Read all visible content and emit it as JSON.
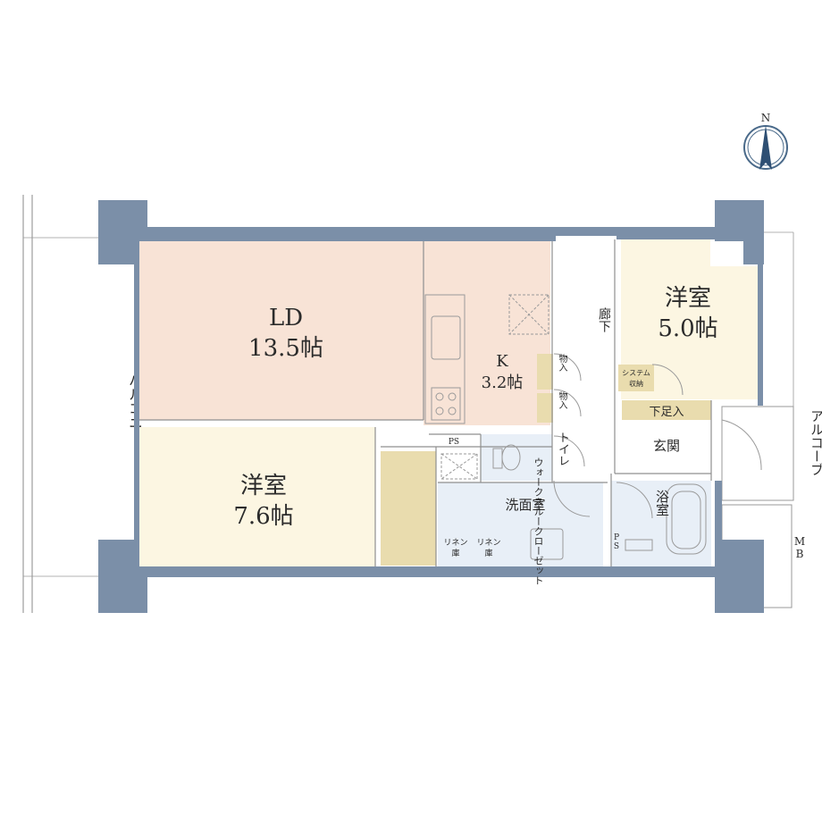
{
  "colors": {
    "wall": "#7b8fa8",
    "ld": "#f8e3d6",
    "kitchen": "#f8e3d6",
    "bedroom_large": "#fcf6e2",
    "bedroom_small": "#fcf6e2",
    "storage": "#e9dcae",
    "wet_area": "#e8eff7",
    "corridor": "#ffffff"
  },
  "compass": {
    "label": "N",
    "icon": "north-arrow-icon"
  },
  "rooms": {
    "ld": {
      "name": "LD",
      "size": "13.5帖"
    },
    "kitchen": {
      "name": "K",
      "size": "3.2帖"
    },
    "bedroom_large": {
      "name": "洋室",
      "size": "7.6帖"
    },
    "bedroom_small": {
      "name": "洋室",
      "size": "5.0帖"
    },
    "corridor": "廊下",
    "entrance": "玄関",
    "shoe_storage": "下足入",
    "alcove": "アルコーブ",
    "balcony": "バルコニー",
    "toilet": "トイレ",
    "washroom": "洗面室",
    "bath": "浴室",
    "walk_through_closet": "ウォークスルークローゼット",
    "system_storage": [
      "システム",
      "収納"
    ],
    "storage_1": "物入",
    "storage_2": "物入",
    "linen_1": [
      "リネン",
      "庫"
    ],
    "linen_2": [
      "リネン",
      "庫"
    ],
    "ps_1": "PS",
    "ps_2": "PS",
    "mb": "MB"
  }
}
